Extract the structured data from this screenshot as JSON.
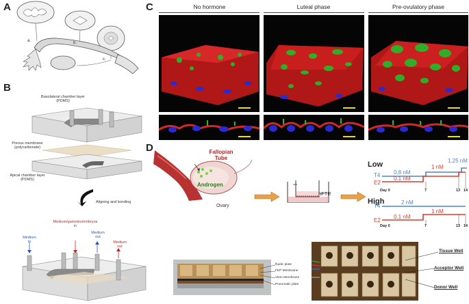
{
  "panels": {
    "a": {
      "label": "A",
      "markers": [
        "a.",
        "b.",
        "c."
      ]
    },
    "b": {
      "label": "B",
      "top_layer": [
        "Basolateral chamber layer",
        "(PDMS)"
      ],
      "membrane": [
        "Porous membrane",
        "(polycarbonate)"
      ],
      "bottom_layer": [
        "Apical chamber layer",
        "(PDMS)"
      ],
      "step": "Aligning and bonding",
      "ports": {
        "gametes": [
          "Medium/gametes/embryos",
          "in"
        ],
        "medium_in": [
          "Medium",
          "in"
        ],
        "medium_out_blue": [
          "Medium",
          "out"
        ],
        "medium_out_red": [
          "Medium",
          "out"
        ]
      }
    },
    "c": {
      "label": "C",
      "columns": [
        "No hormone",
        "Luteal phase",
        "Pre-ovulatory phase"
      ]
    },
    "d": {
      "label": "D",
      "tube_label": [
        "Fallopian",
        "Tube"
      ],
      "androgen": "Androgen",
      "ovary": "Ovary",
      "hfte": "hFTE",
      "low": {
        "title": "Low",
        "t4_label": "T4",
        "e2_label": "E2",
        "t4_vals": [
          "0.8 nM",
          "1.25 nM"
        ],
        "e2_vals": [
          "0.1 nM",
          "1 nM"
        ],
        "days": [
          "Day 0",
          "7",
          "13",
          "14"
        ]
      },
      "high": {
        "title": "High",
        "t4_label": "T4",
        "e2_label": "E2",
        "t4_vals": [
          "2 nM"
        ],
        "e2_vals": [
          "0.1 nM",
          "1 nM"
        ],
        "days": [
          "Day 0",
          "7",
          "13",
          "14"
        ]
      },
      "stack_labels": [
        "fluidic plate",
        "FEP Membrane",
        "Viton Membrane",
        "Pneumatic plate"
      ],
      "well_labels": [
        "Tissue Well",
        "Acceptor Well",
        "Donor Well"
      ]
    },
    "colors": {
      "red": "#d0231f",
      "blue": "#2f67b1",
      "t4_blue": "#4f83c4",
      "e2_red": "#d83b2b"
    }
  }
}
